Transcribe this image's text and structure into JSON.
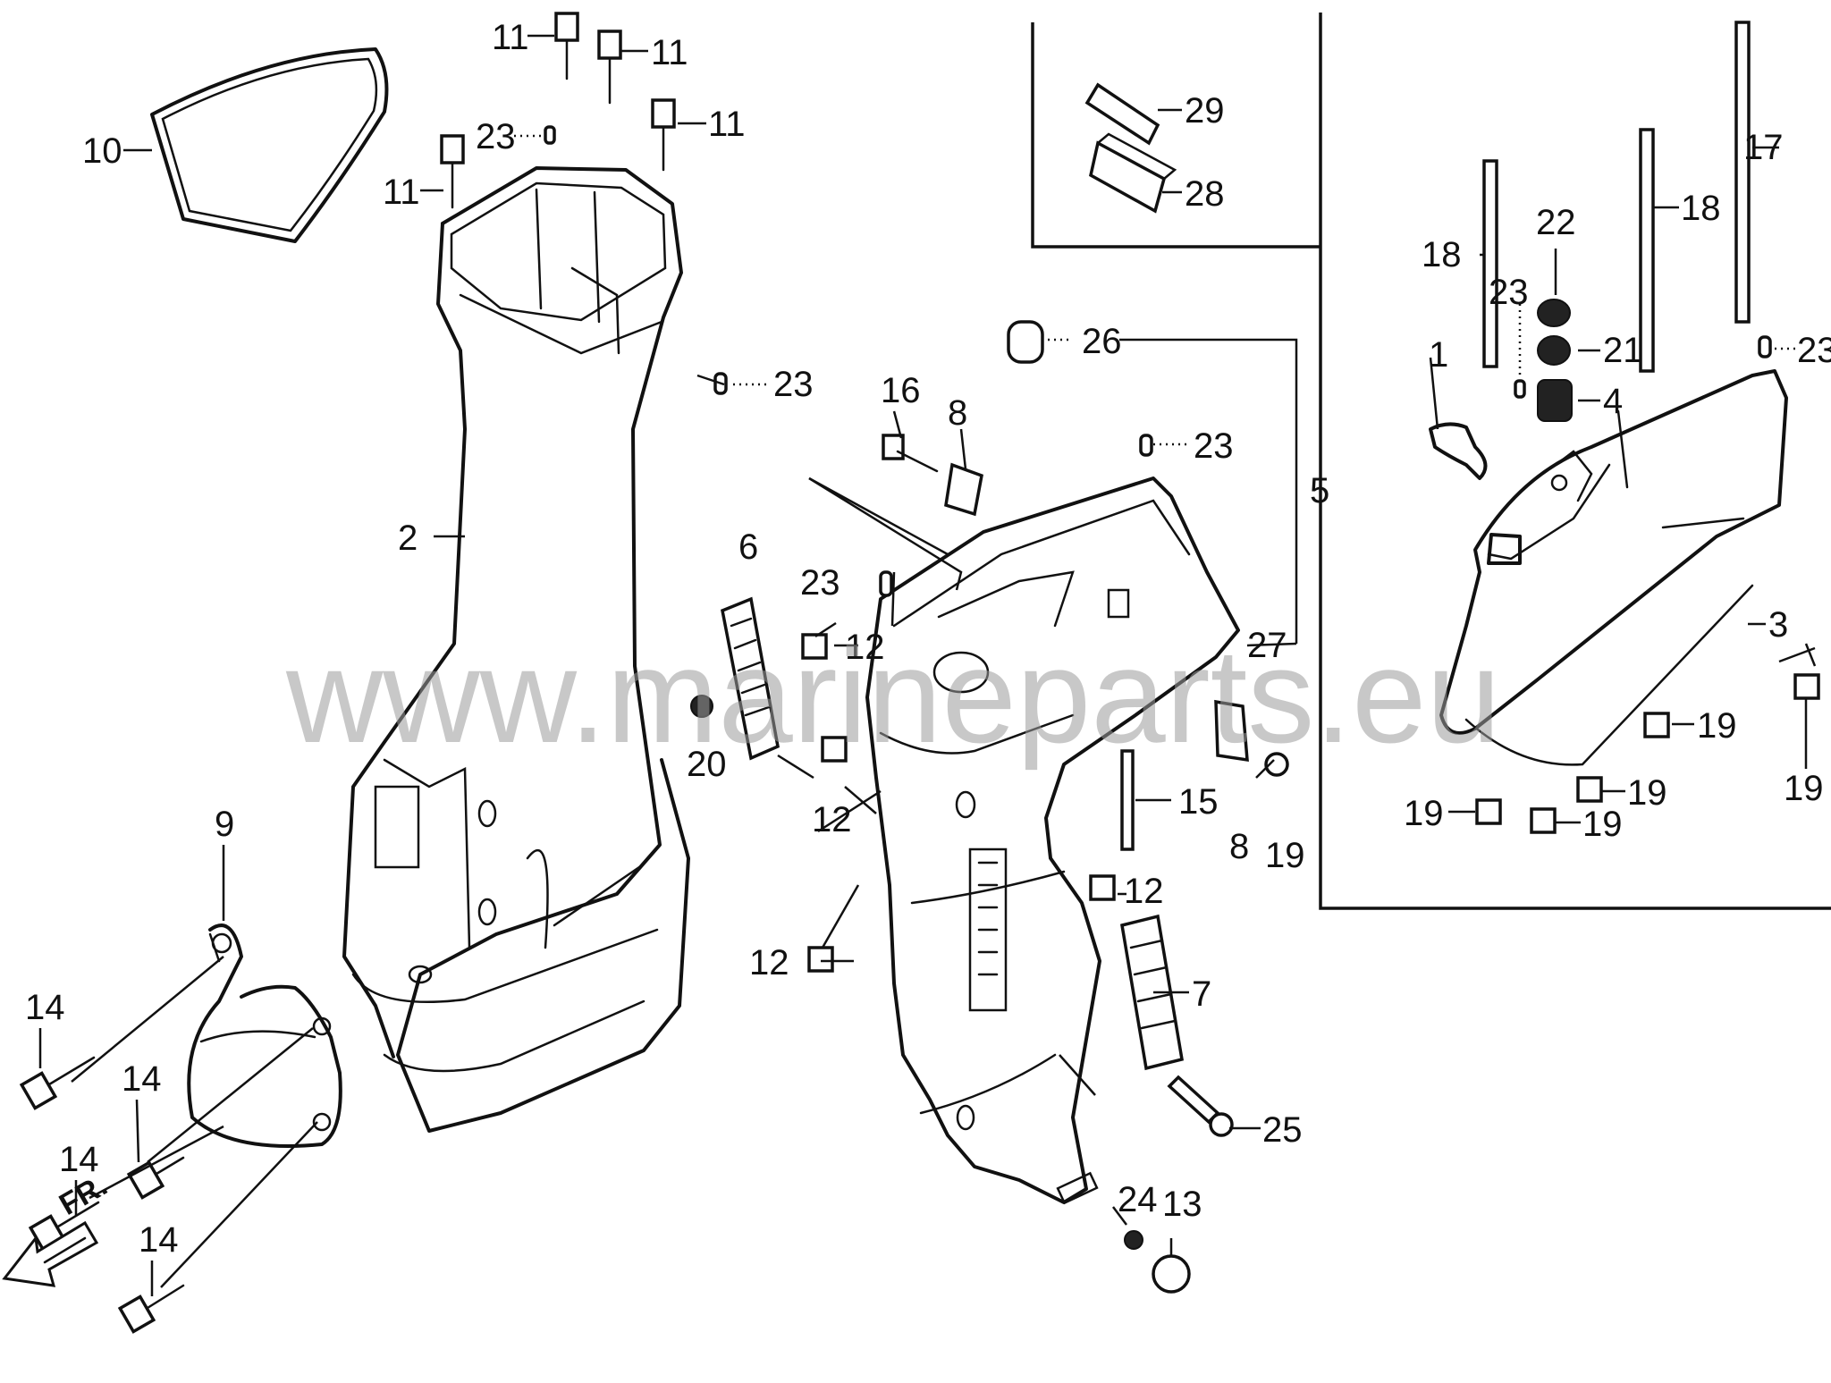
{
  "diagram": {
    "watermark": "www.marineparts.eu",
    "direction_label": "FR.",
    "callouts": {
      "c1": "1",
      "c2": "2",
      "c3": "3",
      "c4": "4",
      "c5": "5",
      "c6": "6",
      "c7": "7",
      "c8a": "8",
      "c8b": "8",
      "c9": "9",
      "c10": "10",
      "c11a": "11",
      "c11b": "11",
      "c11c": "11",
      "c11d": "11",
      "c12a": "12",
      "c12b": "12",
      "c12c": "12",
      "c12d": "12",
      "c13": "13",
      "c14a": "14",
      "c14b": "14",
      "c14c": "14",
      "c14d": "14",
      "c15": "15",
      "c16": "16",
      "c17": "17",
      "c18a": "18",
      "c18b": "18",
      "c19a": "19",
      "c19b": "19",
      "c19c": "19",
      "c19d": "19",
      "c19e": "19",
      "c19f": "19",
      "c20": "20",
      "c21": "21",
      "c22": "22",
      "c23a": "23",
      "c23b": "23",
      "c23c": "23",
      "c23d": "23",
      "c23e": "23",
      "c23f": "23",
      "c24": "24",
      "c25": "25",
      "c26": "26",
      "c27": "27",
      "c28": "28",
      "c29": "29"
    }
  }
}
